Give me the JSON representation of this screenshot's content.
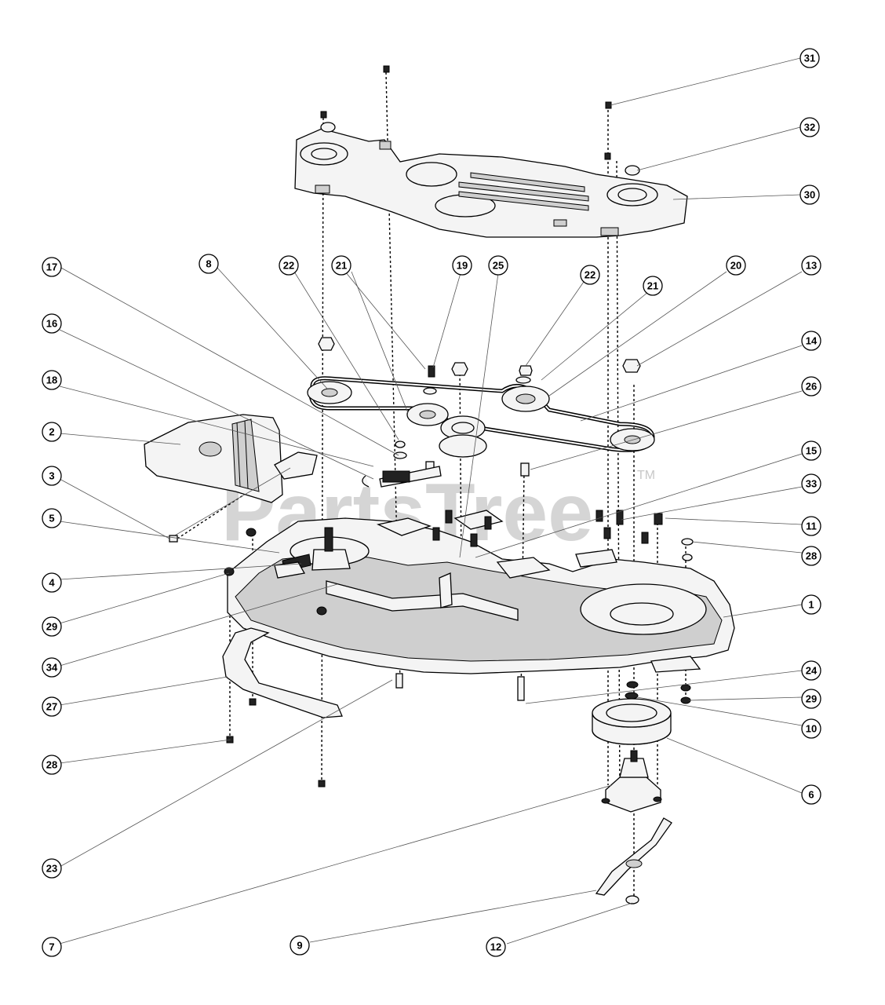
{
  "watermark": {
    "text": "PartsTree",
    "tm": "TM"
  },
  "callouts": [
    {
      "label": "31"
    },
    {
      "label": "32"
    },
    {
      "label": "30"
    },
    {
      "label": "17"
    },
    {
      "label": "8"
    },
    {
      "label": "22"
    },
    {
      "label": "21"
    },
    {
      "label": "19"
    },
    {
      "label": "25"
    },
    {
      "label": "22"
    },
    {
      "label": "21"
    },
    {
      "label": "20"
    },
    {
      "label": "13"
    },
    {
      "label": "16"
    },
    {
      "label": "14"
    },
    {
      "label": "18"
    },
    {
      "label": "26"
    },
    {
      "label": "2"
    },
    {
      "label": "15"
    },
    {
      "label": "3"
    },
    {
      "label": "33"
    },
    {
      "label": "5"
    },
    {
      "label": "11"
    },
    {
      "label": "28"
    },
    {
      "label": "4"
    },
    {
      "label": "1"
    },
    {
      "label": "29"
    },
    {
      "label": "34"
    },
    {
      "label": "24"
    },
    {
      "label": "27"
    },
    {
      "label": "29"
    },
    {
      "label": "10"
    },
    {
      "label": "28"
    },
    {
      "label": "6"
    },
    {
      "label": "23"
    },
    {
      "label": "7"
    },
    {
      "label": "9"
    },
    {
      "label": "12"
    }
  ]
}
